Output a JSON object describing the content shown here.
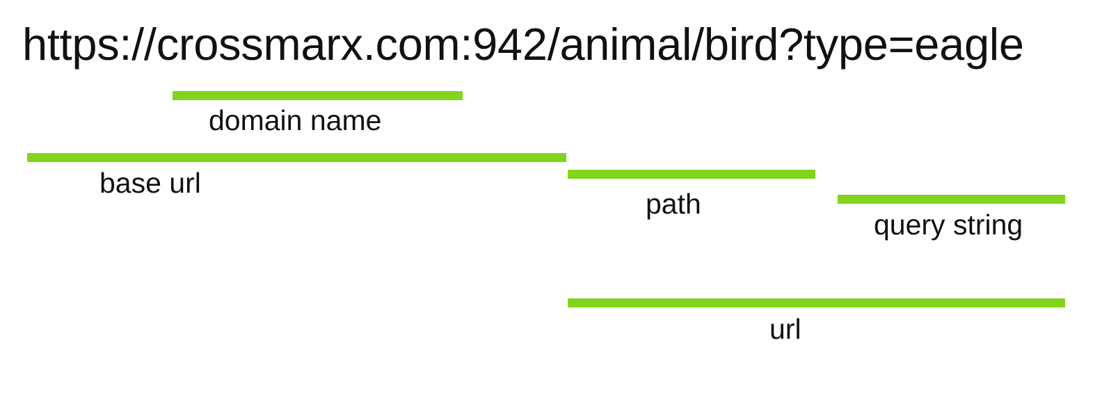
{
  "url_text": "https://crossmarx.com:942/animal/bird?type=eagle",
  "accent_color": "#82d41c",
  "segments": [
    {
      "label": "domain name"
    },
    {
      "label": "base url"
    },
    {
      "label": "path"
    },
    {
      "label": "query string"
    },
    {
      "label": "url"
    }
  ]
}
